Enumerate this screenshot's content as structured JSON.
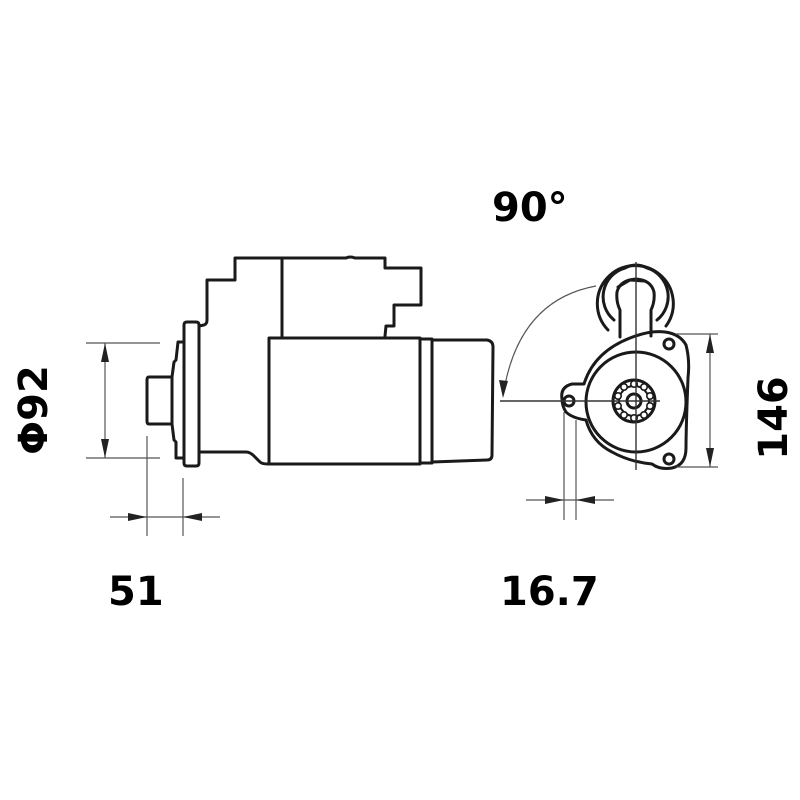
{
  "diagram": {
    "subject": "starter motor technical drawing",
    "views": [
      {
        "name": "side-view",
        "description": "Side elevation of starter motor with solenoid on top"
      },
      {
        "name": "front-view",
        "description": "End view of mounting flange with pinion gear and solenoid terminal"
      }
    ],
    "dimensions": {
      "angle": "90°",
      "flange_offset": "51",
      "diameter": "Φ92",
      "bolt_offset": "16.7",
      "height": "146"
    },
    "pinion_teeth": 10,
    "colors": {
      "line": "#1a1a1a",
      "dimension_line": "#555555",
      "background": "#ffffff"
    }
  }
}
